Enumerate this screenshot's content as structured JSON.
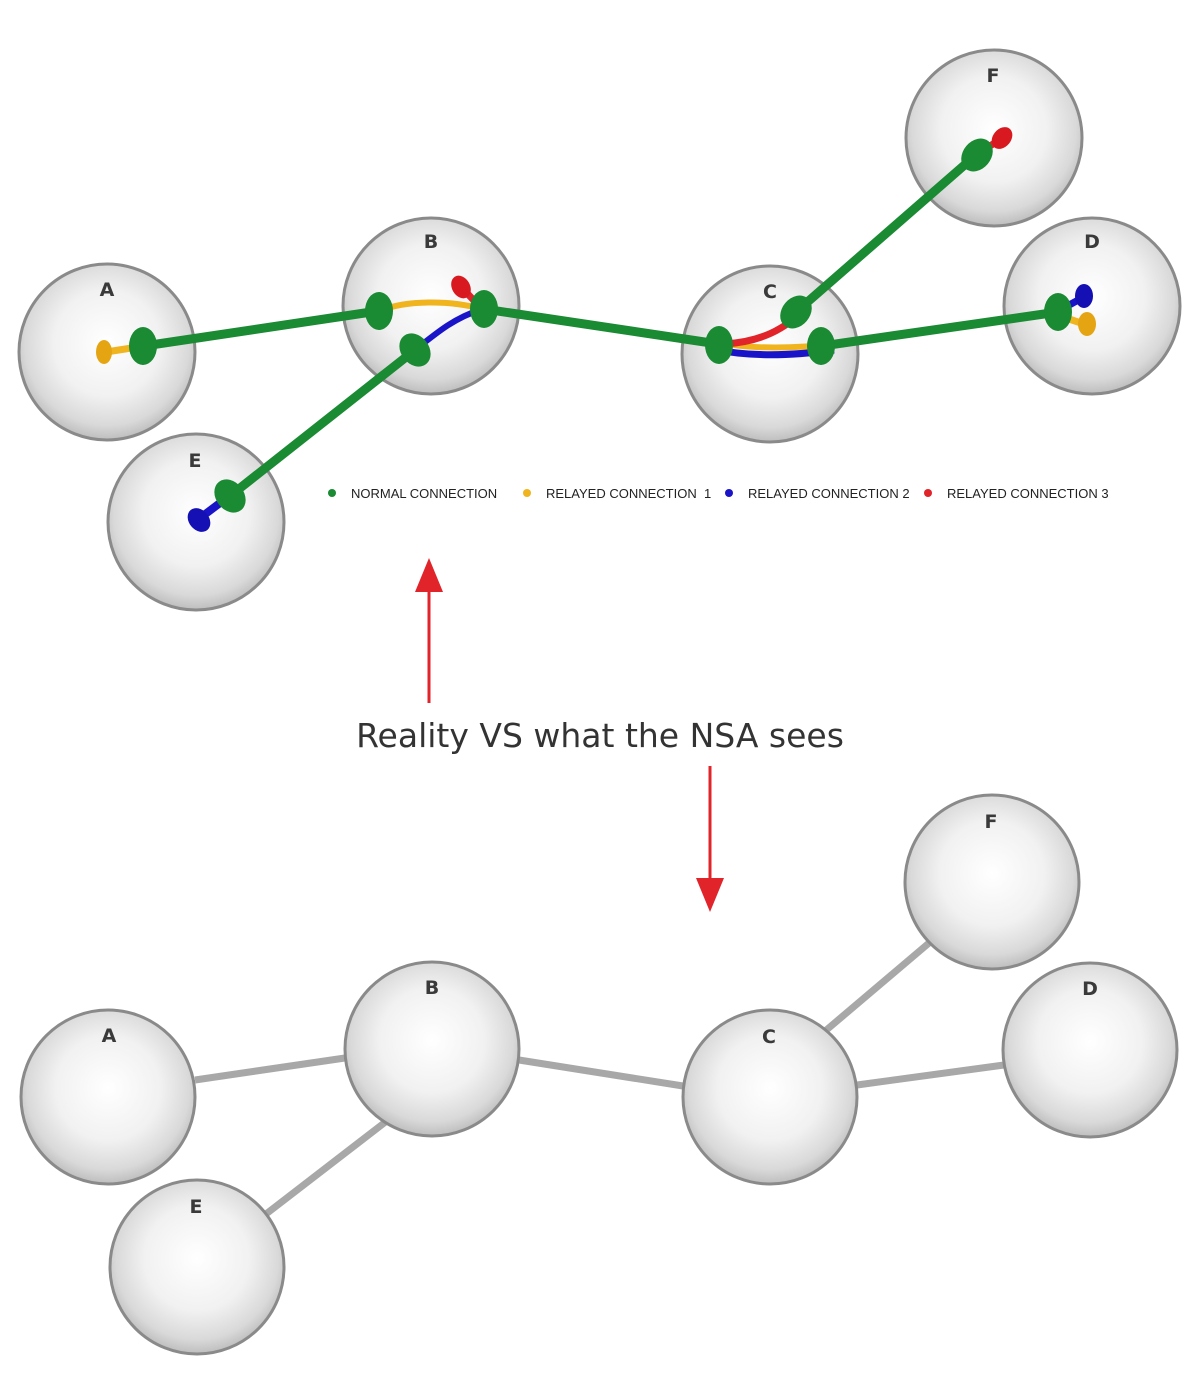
{
  "caption": "Reality VS what the NSA sees",
  "legend": [
    {
      "label": "NORMAL CONNECTION",
      "color": "#1a8a33"
    },
    {
      "label": "RELAYED CONNECTION  1",
      "color": "#f0b41e"
    },
    {
      "label": "RELAYED CONNECTION 2",
      "color": "#1a14c8"
    },
    {
      "label": "RELAYED CONNECTION 3",
      "color": "#e0242a"
    }
  ],
  "colors": {
    "normal": "#1a8a33",
    "relay1": "#f0b41e",
    "relay2": "#1a14c8",
    "relay3": "#e0242a",
    "plain_link": "#a8a8a8",
    "arrow": "#e0242a",
    "node_stroke": "#8a8a8a"
  },
  "nodes": [
    "A",
    "B",
    "C",
    "D",
    "E",
    "F"
  ],
  "top_diagram": {
    "links": [
      {
        "from": "A",
        "to": "B",
        "type": "normal"
      },
      {
        "from": "B",
        "to": "C",
        "type": "normal"
      },
      {
        "from": "C",
        "to": "D",
        "type": "normal"
      },
      {
        "from": "C",
        "to": "F",
        "type": "normal"
      },
      {
        "from": "E",
        "to": "B",
        "type": "normal"
      }
    ],
    "relays": [
      {
        "name": "RELAYED CONNECTION  1",
        "path": [
          "A",
          "B",
          "C",
          "D"
        ],
        "type": "relay1"
      },
      {
        "name": "RELAYED CONNECTION 2",
        "path": [
          "E",
          "B",
          "C",
          "D"
        ],
        "type": "relay2"
      },
      {
        "name": "RELAYED CONNECTION 3",
        "path": [
          "B",
          "C",
          "F"
        ],
        "type": "relay3"
      }
    ]
  },
  "bottom_diagram": {
    "links": [
      {
        "from": "A",
        "to": "B"
      },
      {
        "from": "B",
        "to": "E"
      },
      {
        "from": "B",
        "to": "C"
      },
      {
        "from": "C",
        "to": "F"
      },
      {
        "from": "C",
        "to": "D"
      }
    ]
  }
}
